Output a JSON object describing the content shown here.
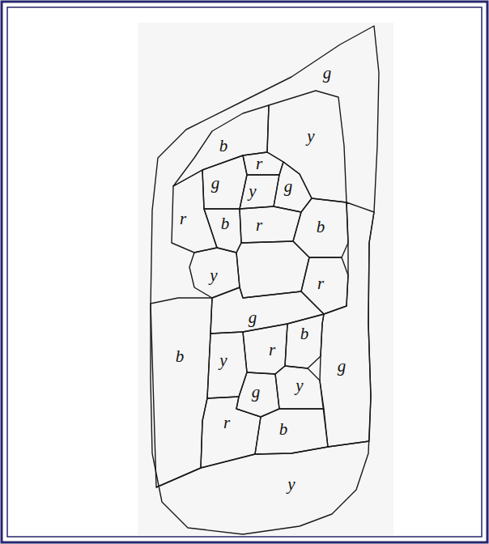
{
  "diagram": {
    "nodes": [
      {
        "text": [
          "g"
        ]
      },
      {
        "text": [
          "y"
        ]
      },
      {
        "text": [
          "b"
        ]
      },
      {
        "text": [
          "r"
        ]
      },
      {
        "text": [
          "g"
        ]
      },
      {
        "text": [
          "y"
        ]
      },
      {
        "text": [
          "g"
        ]
      },
      {
        "text": [
          "r"
        ]
      },
      {
        "text": [
          "b"
        ]
      },
      {
        "text": [
          "r"
        ]
      },
      {
        "text": [
          "b"
        ]
      },
      {
        "text": [
          "y"
        ]
      },
      {
        "text": [
          "r"
        ]
      },
      {
        "text": [
          "g"
        ]
      },
      {
        "text": [
          "b"
        ]
      },
      {
        "text": [
          "b"
        ]
      },
      {
        "text": [
          "y"
        ]
      },
      {
        "text": [
          "r"
        ]
      },
      {
        "text": [
          "g"
        ]
      },
      {
        "text": [
          "g"
        ]
      },
      {
        "text": [
          "y"
        ]
      },
      {
        "text": [
          "r"
        ]
      },
      {
        "text": [
          "b"
        ]
      },
      {
        "text": [
          "y"
        ]
      }
    ]
  }
}
